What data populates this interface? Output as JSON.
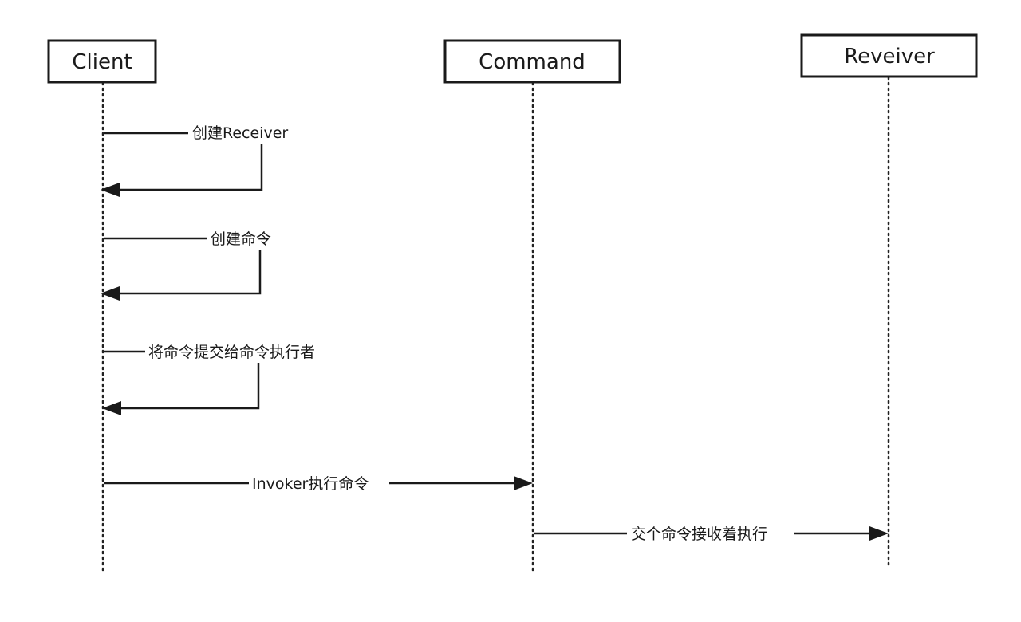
{
  "actors": {
    "client": "Client",
    "command": "Command",
    "receiver": "Reveiver"
  },
  "messages": {
    "m1": "创建Receiver",
    "m2": "创建命令",
    "m3": "将命令提交给命令执行者",
    "m4": "Invoker执行命令",
    "m5": "交个命令接收着执行"
  }
}
